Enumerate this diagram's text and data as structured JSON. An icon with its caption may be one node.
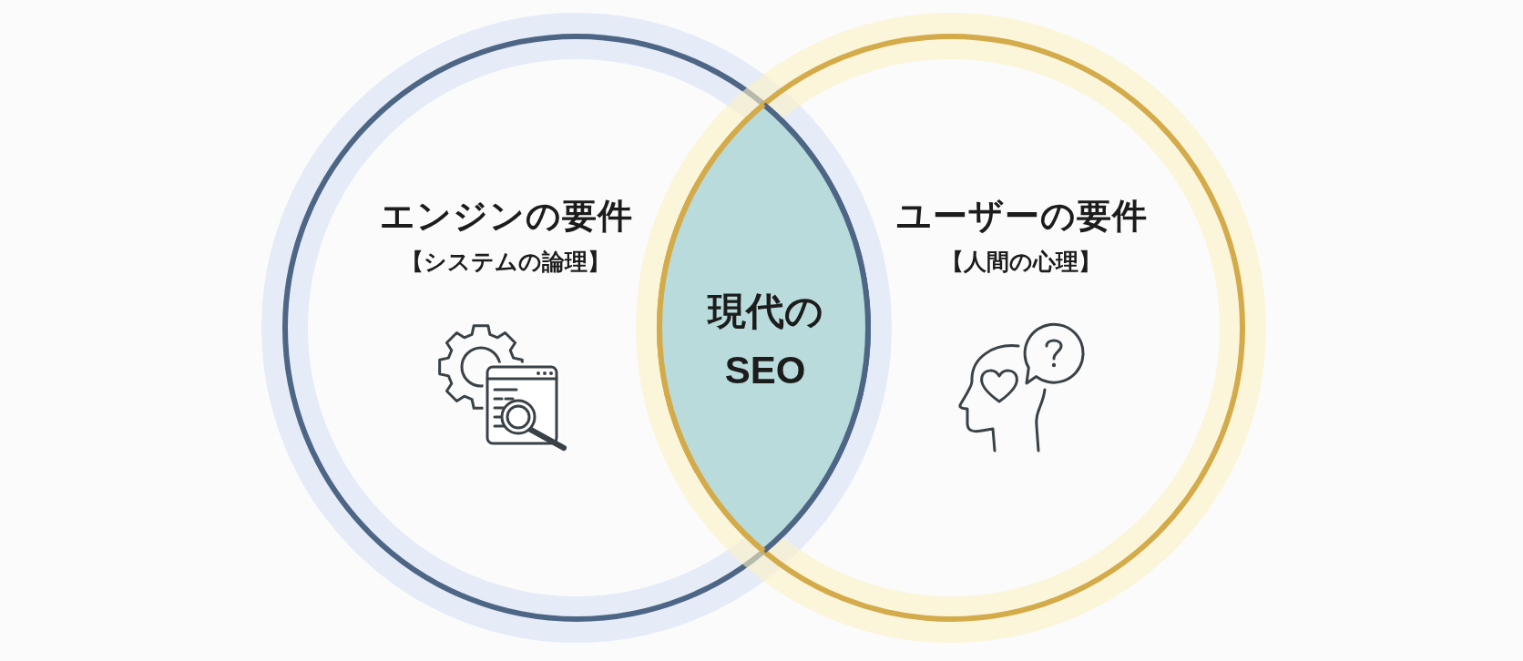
{
  "diagram": {
    "nodes": [
      {
        "text": [
          "エンジンの要件",
          "【システムの論理】"
        ]
      },
      {
        "text": [
          "現代のSEO"
        ]
      },
      {
        "text": [
          "ユーザーの要件",
          "【人間の心理】"
        ]
      }
    ]
  }
}
